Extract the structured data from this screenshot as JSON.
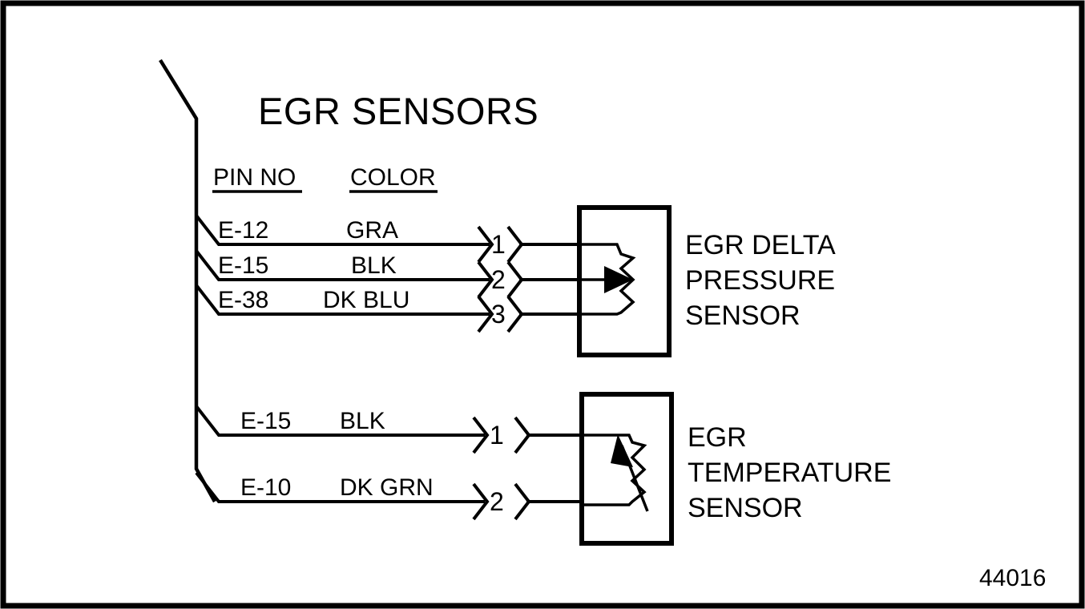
{
  "figure": {
    "title": "EGR SENSORS",
    "number": "44016",
    "border_color": "#000000",
    "line_color": "#000000",
    "background_color": "#ffffff"
  },
  "columns": {
    "pin_no_header": "PIN NO",
    "color_header": "COLOR"
  },
  "connections": [
    {
      "group": "egr-delta-pressure-sensor",
      "pin_no": "E-12",
      "wire_color": "GRA",
      "connector_pin": "1"
    },
    {
      "group": "egr-delta-pressure-sensor",
      "pin_no": "E-15",
      "wire_color": "BLK",
      "connector_pin": "2"
    },
    {
      "group": "egr-delta-pressure-sensor",
      "pin_no": "E-38",
      "wire_color": "DK BLU",
      "connector_pin": "3"
    },
    {
      "group": "egr-temperature-sensor",
      "pin_no": "E-15",
      "wire_color": "BLK",
      "connector_pin": "1"
    },
    {
      "group": "egr-temperature-sensor",
      "pin_no": "E-10",
      "wire_color": "DK GRN",
      "connector_pin": "2"
    }
  ],
  "components": [
    {
      "id": "egr-delta-pressure-sensor",
      "symbol": "potentiometer",
      "label_lines": [
        "EGR DELTA",
        "PRESSURE",
        "SENSOR"
      ]
    },
    {
      "id": "egr-temperature-sensor",
      "symbol": "thermistor",
      "label_lines": [
        "EGR",
        "TEMPERATURE",
        "SENSOR"
      ]
    }
  ]
}
